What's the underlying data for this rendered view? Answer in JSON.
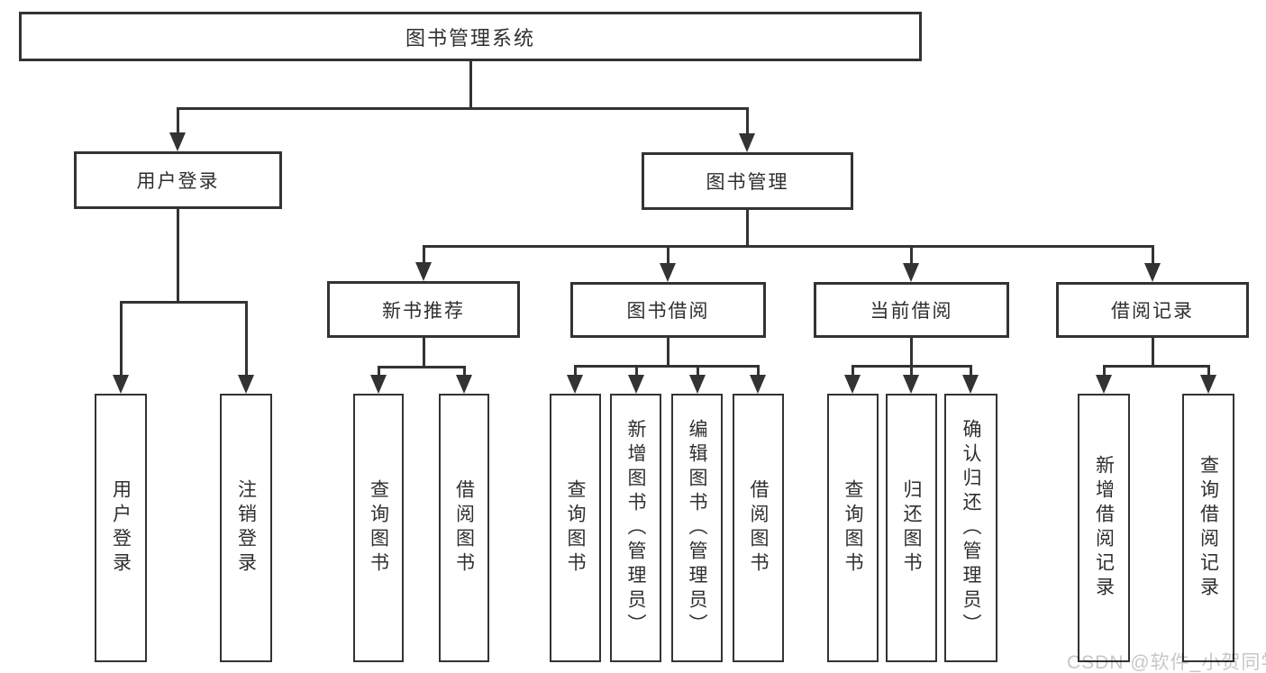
{
  "diagram_title": "图书管理系统",
  "watermark": "CSDN @软件_小贺同学",
  "colors": {
    "line": "#333333",
    "text": "#2f2f2f",
    "watermark": "#c7c7c7",
    "background": "#ffffff"
  },
  "nodes": [
    {
      "id": "root",
      "label": "图书管理系统"
    },
    {
      "id": "user-login-group",
      "label": "用户登录"
    },
    {
      "id": "book-management",
      "label": "图书管理"
    },
    {
      "id": "new-book-recommend",
      "label": "新书推荐"
    },
    {
      "id": "book-borrowing",
      "label": "图书借阅"
    },
    {
      "id": "current-borrowing",
      "label": "当前借阅"
    },
    {
      "id": "borrowing-records",
      "label": "借阅记录"
    },
    {
      "id": "user-login",
      "label": "用户登录"
    },
    {
      "id": "logout-login",
      "label": "注销登录"
    },
    {
      "id": "query-books-1",
      "label": "查询图书"
    },
    {
      "id": "borrow-books-1",
      "label": "借阅图书"
    },
    {
      "id": "query-books-2",
      "label": "查询图书"
    },
    {
      "id": "add-books-admin",
      "label": "新增图书（管理员）"
    },
    {
      "id": "edit-books-admin",
      "label": "编辑图书（管理员）"
    },
    {
      "id": "borrow-books-2",
      "label": "借阅图书"
    },
    {
      "id": "query-books-3",
      "label": "查询图书"
    },
    {
      "id": "return-books",
      "label": "归还图书"
    },
    {
      "id": "confirm-return-admin",
      "label": "确认归还（管理员）"
    },
    {
      "id": "add-borrow-record",
      "label": "新增借阅记录"
    },
    {
      "id": "query-borrow-record",
      "label": "查询借阅记录"
    }
  ],
  "edges": [
    {
      "from": "root",
      "to": [
        "user-login-group",
        "book-management"
      ]
    },
    {
      "from": "user-login-group",
      "to": [
        "user-login",
        "logout-login"
      ]
    },
    {
      "from": "book-management",
      "to": [
        "new-book-recommend",
        "book-borrowing",
        "current-borrowing",
        "borrowing-records"
      ]
    },
    {
      "from": "new-book-recommend",
      "to": [
        "query-books-1",
        "borrow-books-1"
      ]
    },
    {
      "from": "book-borrowing",
      "to": [
        "query-books-2",
        "add-books-admin",
        "edit-books-admin",
        "borrow-books-2"
      ]
    },
    {
      "from": "current-borrowing",
      "to": [
        "query-books-3",
        "return-books",
        "confirm-return-admin"
      ]
    },
    {
      "from": "borrowing-records",
      "to": [
        "add-borrow-record",
        "query-borrow-record"
      ]
    }
  ]
}
